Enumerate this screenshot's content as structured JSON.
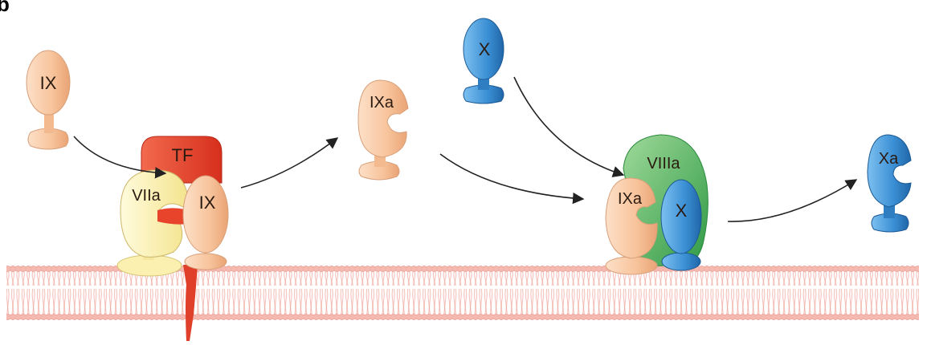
{
  "panel_label": "b",
  "labels": {
    "ix_free": "IX",
    "tf": "TF",
    "viia": "VIIa",
    "ix_bound": "IX",
    "ixa_free": "IXa",
    "x_free": "X",
    "viiia": "VIIIa",
    "ixa_bound": "IXa",
    "x_bound": "X",
    "xa": "Xa"
  },
  "colors": {
    "factor_ix": "#f7c39b",
    "factor_x": "#3b8fd4",
    "tissue_factor": "#e8442c",
    "viia": "#fbf2b5",
    "viiia": "#5fb85c",
    "membrane_head": "#f6b9b0",
    "arrow": "#222222"
  },
  "icons": {
    "membrane": "lipid-bilayer",
    "arrows": "reaction-arrow"
  }
}
